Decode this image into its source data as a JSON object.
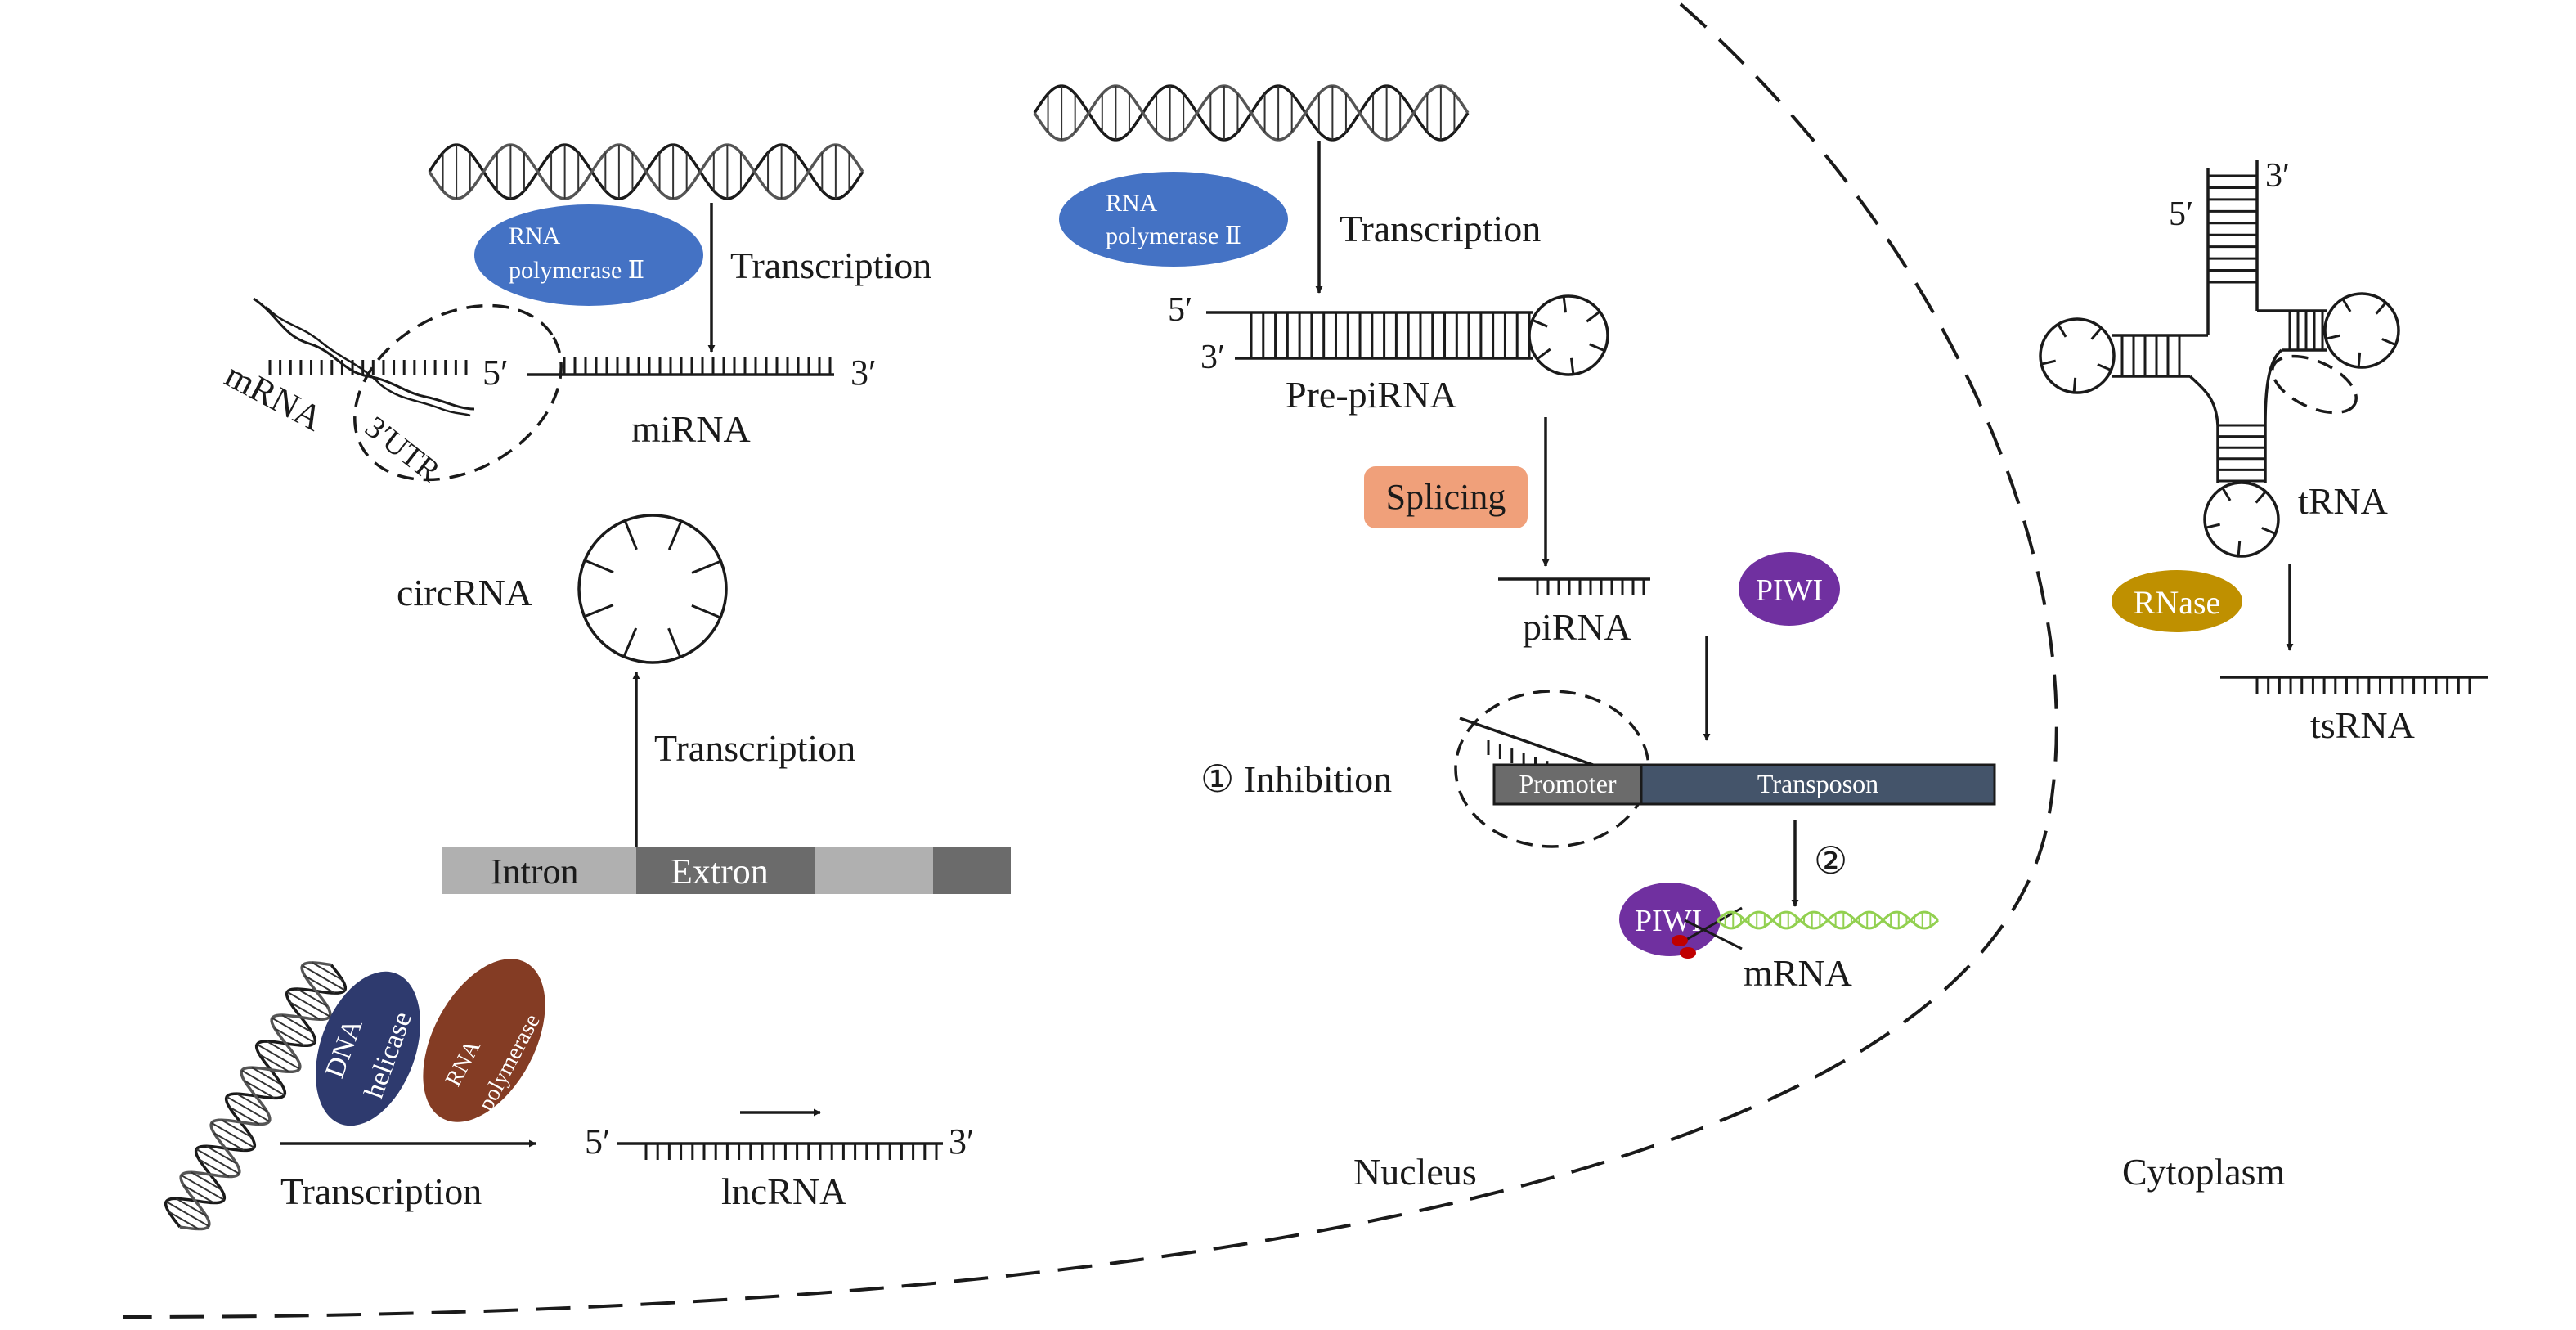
{
  "colors": {
    "rna_pol_ii": "#4472c4",
    "splicing": "#f0a07a",
    "piwi": "#7030a0",
    "rnase": "#bf9000",
    "dna_helicase": "#2e3a6e",
    "rna_polymerase": "#843c24",
    "transposon": "#44546a",
    "promoter": "#6b6b6b",
    "intron": "#b0b0b0",
    "extron": "#6b6b6b",
    "target_mrna": "#92d050",
    "scissors": "#c00000"
  },
  "mirna": {
    "enzyme_line1": "RNA",
    "enzyme_line2": "polymerase Ⅱ",
    "process": "Transcription",
    "five_prime": "5′",
    "three_prime": "3′",
    "product": "miRNA",
    "target": "mRNA",
    "utr": "3′UTR"
  },
  "circrna": {
    "product": "circRNA",
    "process": "Transcription",
    "intron": "Intron",
    "extron": "Extron"
  },
  "lncrna": {
    "helicase_line1": "DNA",
    "helicase_line2": "helicase",
    "polymerase_line1": "RNA",
    "polymerase_line2": "polymerase",
    "process": "Transcription",
    "five_prime": "5′",
    "three_prime": "3′",
    "product": "lncRNA"
  },
  "pirna": {
    "enzyme_line1": "RNA",
    "enzyme_line2": "polymerase Ⅱ",
    "process": "Transcription",
    "five_prime": "5′",
    "three_prime": "3′",
    "precursor": "Pre-piRNA",
    "splicing": "Splicing",
    "product": "piRNA",
    "piwi": "PIWI",
    "inhibition": "① Inhibition",
    "promoter": "Promoter",
    "transposon": "Transposon",
    "step_two": "②",
    "piwi_complex": "PIWI",
    "target": "mRNA"
  },
  "tsrna": {
    "five_prime": "5′",
    "three_prime": "3′",
    "trna": "tRNA",
    "rnase": "RNase",
    "product": "tsRNA"
  },
  "regions": {
    "nucleus": "Nucleus",
    "cytoplasm": "Cytoplasm"
  }
}
